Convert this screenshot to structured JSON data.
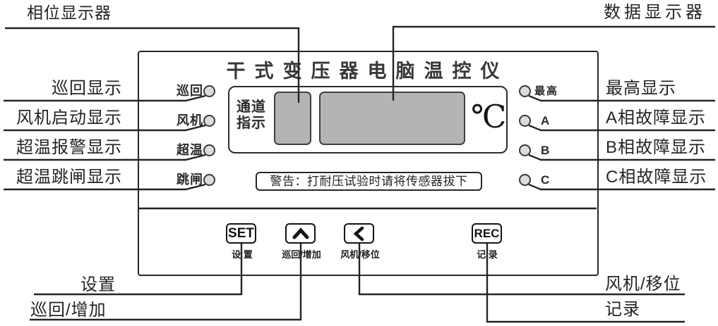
{
  "device": {
    "title": "干式变压器电脑温控仪",
    "display": {
      "channel_label": "通道指示",
      "unit": "℃",
      "phase_display_icon": "phase-display-lcd",
      "data_display_icon": "data-display-lcd"
    },
    "left_indicators": [
      "巡回",
      "风机",
      "超温",
      "跳闸"
    ],
    "right_indicators": [
      "最高",
      "A",
      "B",
      "C"
    ],
    "warning": "警告：打耐压试验时请将传感器拔下",
    "buttons": [
      {
        "text": "SET",
        "caption": "设 置",
        "icon": null
      },
      {
        "text": null,
        "caption": "巡回/增加",
        "icon": "chevron-up-icon"
      },
      {
        "text": null,
        "caption": "风机/移位",
        "icon": "chevron-left-icon"
      },
      {
        "text": "REC",
        "caption": "记 录",
        "icon": null
      }
    ]
  },
  "callouts": {
    "top_left": "相位显示器",
    "top_right": "数据显示器",
    "left": [
      "巡回显示",
      "风机启动显示",
      "超温报警显示",
      "超温跳闸显示"
    ],
    "right": [
      "最高显示",
      "A相故障显示",
      "B相故障显示",
      "C相故障显示"
    ],
    "bottom_left": [
      "设置",
      "巡回/增加"
    ],
    "bottom_right": [
      "风机/移位",
      "记录"
    ]
  },
  "colors": {
    "line": "#232323",
    "lcd_fill": "#b4b4b4",
    "led_fill": "#dcdcdc",
    "background": "#ffffff"
  }
}
